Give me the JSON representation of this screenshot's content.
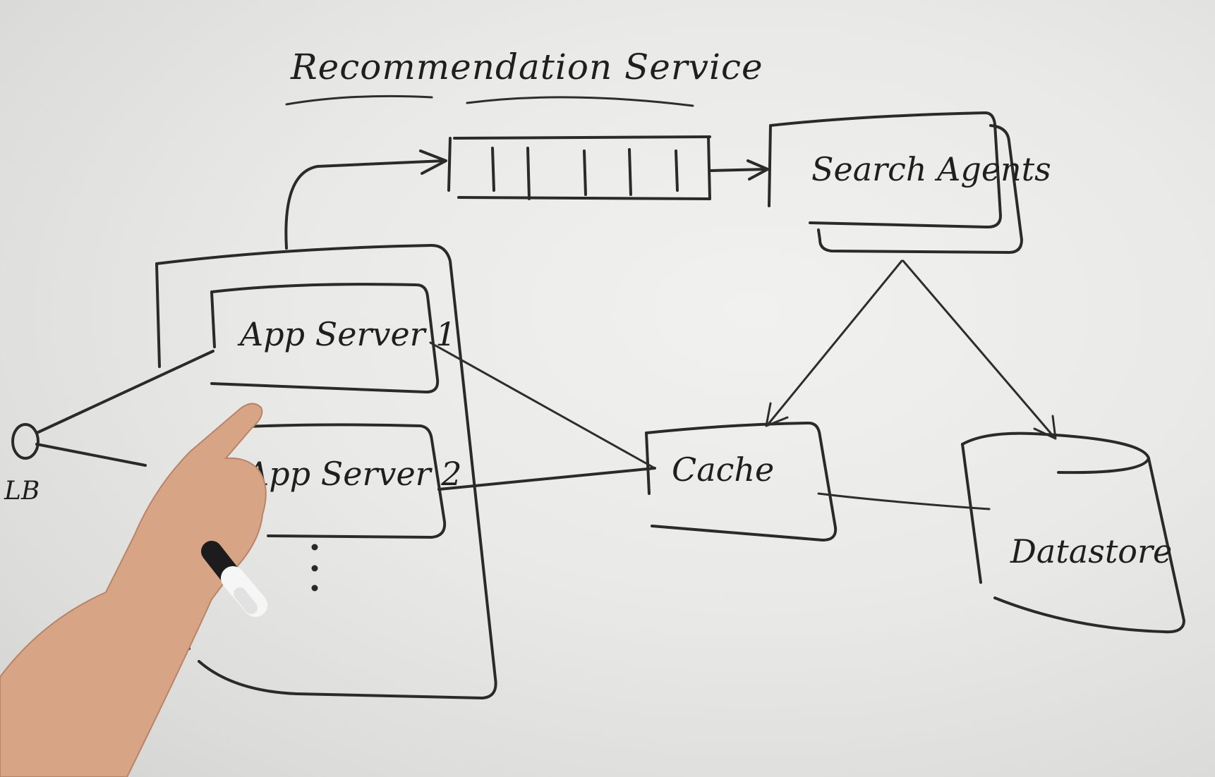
{
  "diagram": {
    "title": "Recommendation Service",
    "nodes": {
      "load_balancer": "LB",
      "app_server_1": "App Server 1",
      "app_server_2": "App Server 2",
      "cache": "Cache",
      "search_agents": "Search Agents",
      "datastore": "Datastore"
    },
    "queue": {
      "slots": 6
    },
    "edges": [
      {
        "from": "load_balancer",
        "to": "app_server_1",
        "arrow": false
      },
      {
        "from": "load_balancer",
        "to": "app_server_2",
        "arrow": false
      },
      {
        "from": "app_server_cluster",
        "to": "queue",
        "arrow": true
      },
      {
        "from": "queue",
        "to": "search_agents",
        "arrow": true
      },
      {
        "from": "app_server_1",
        "to": "cache",
        "arrow": false
      },
      {
        "from": "app_server_2",
        "to": "cache",
        "arrow": false
      },
      {
        "from": "search_agents",
        "to": "cache",
        "arrow": true
      },
      {
        "from": "search_agents",
        "to": "datastore",
        "arrow": true
      },
      {
        "from": "cache",
        "to": "datastore",
        "arrow": false
      }
    ],
    "ink_color": "#2a2a2a",
    "board_color": "#ebebe9",
    "skin_color": "#d9a98a"
  }
}
